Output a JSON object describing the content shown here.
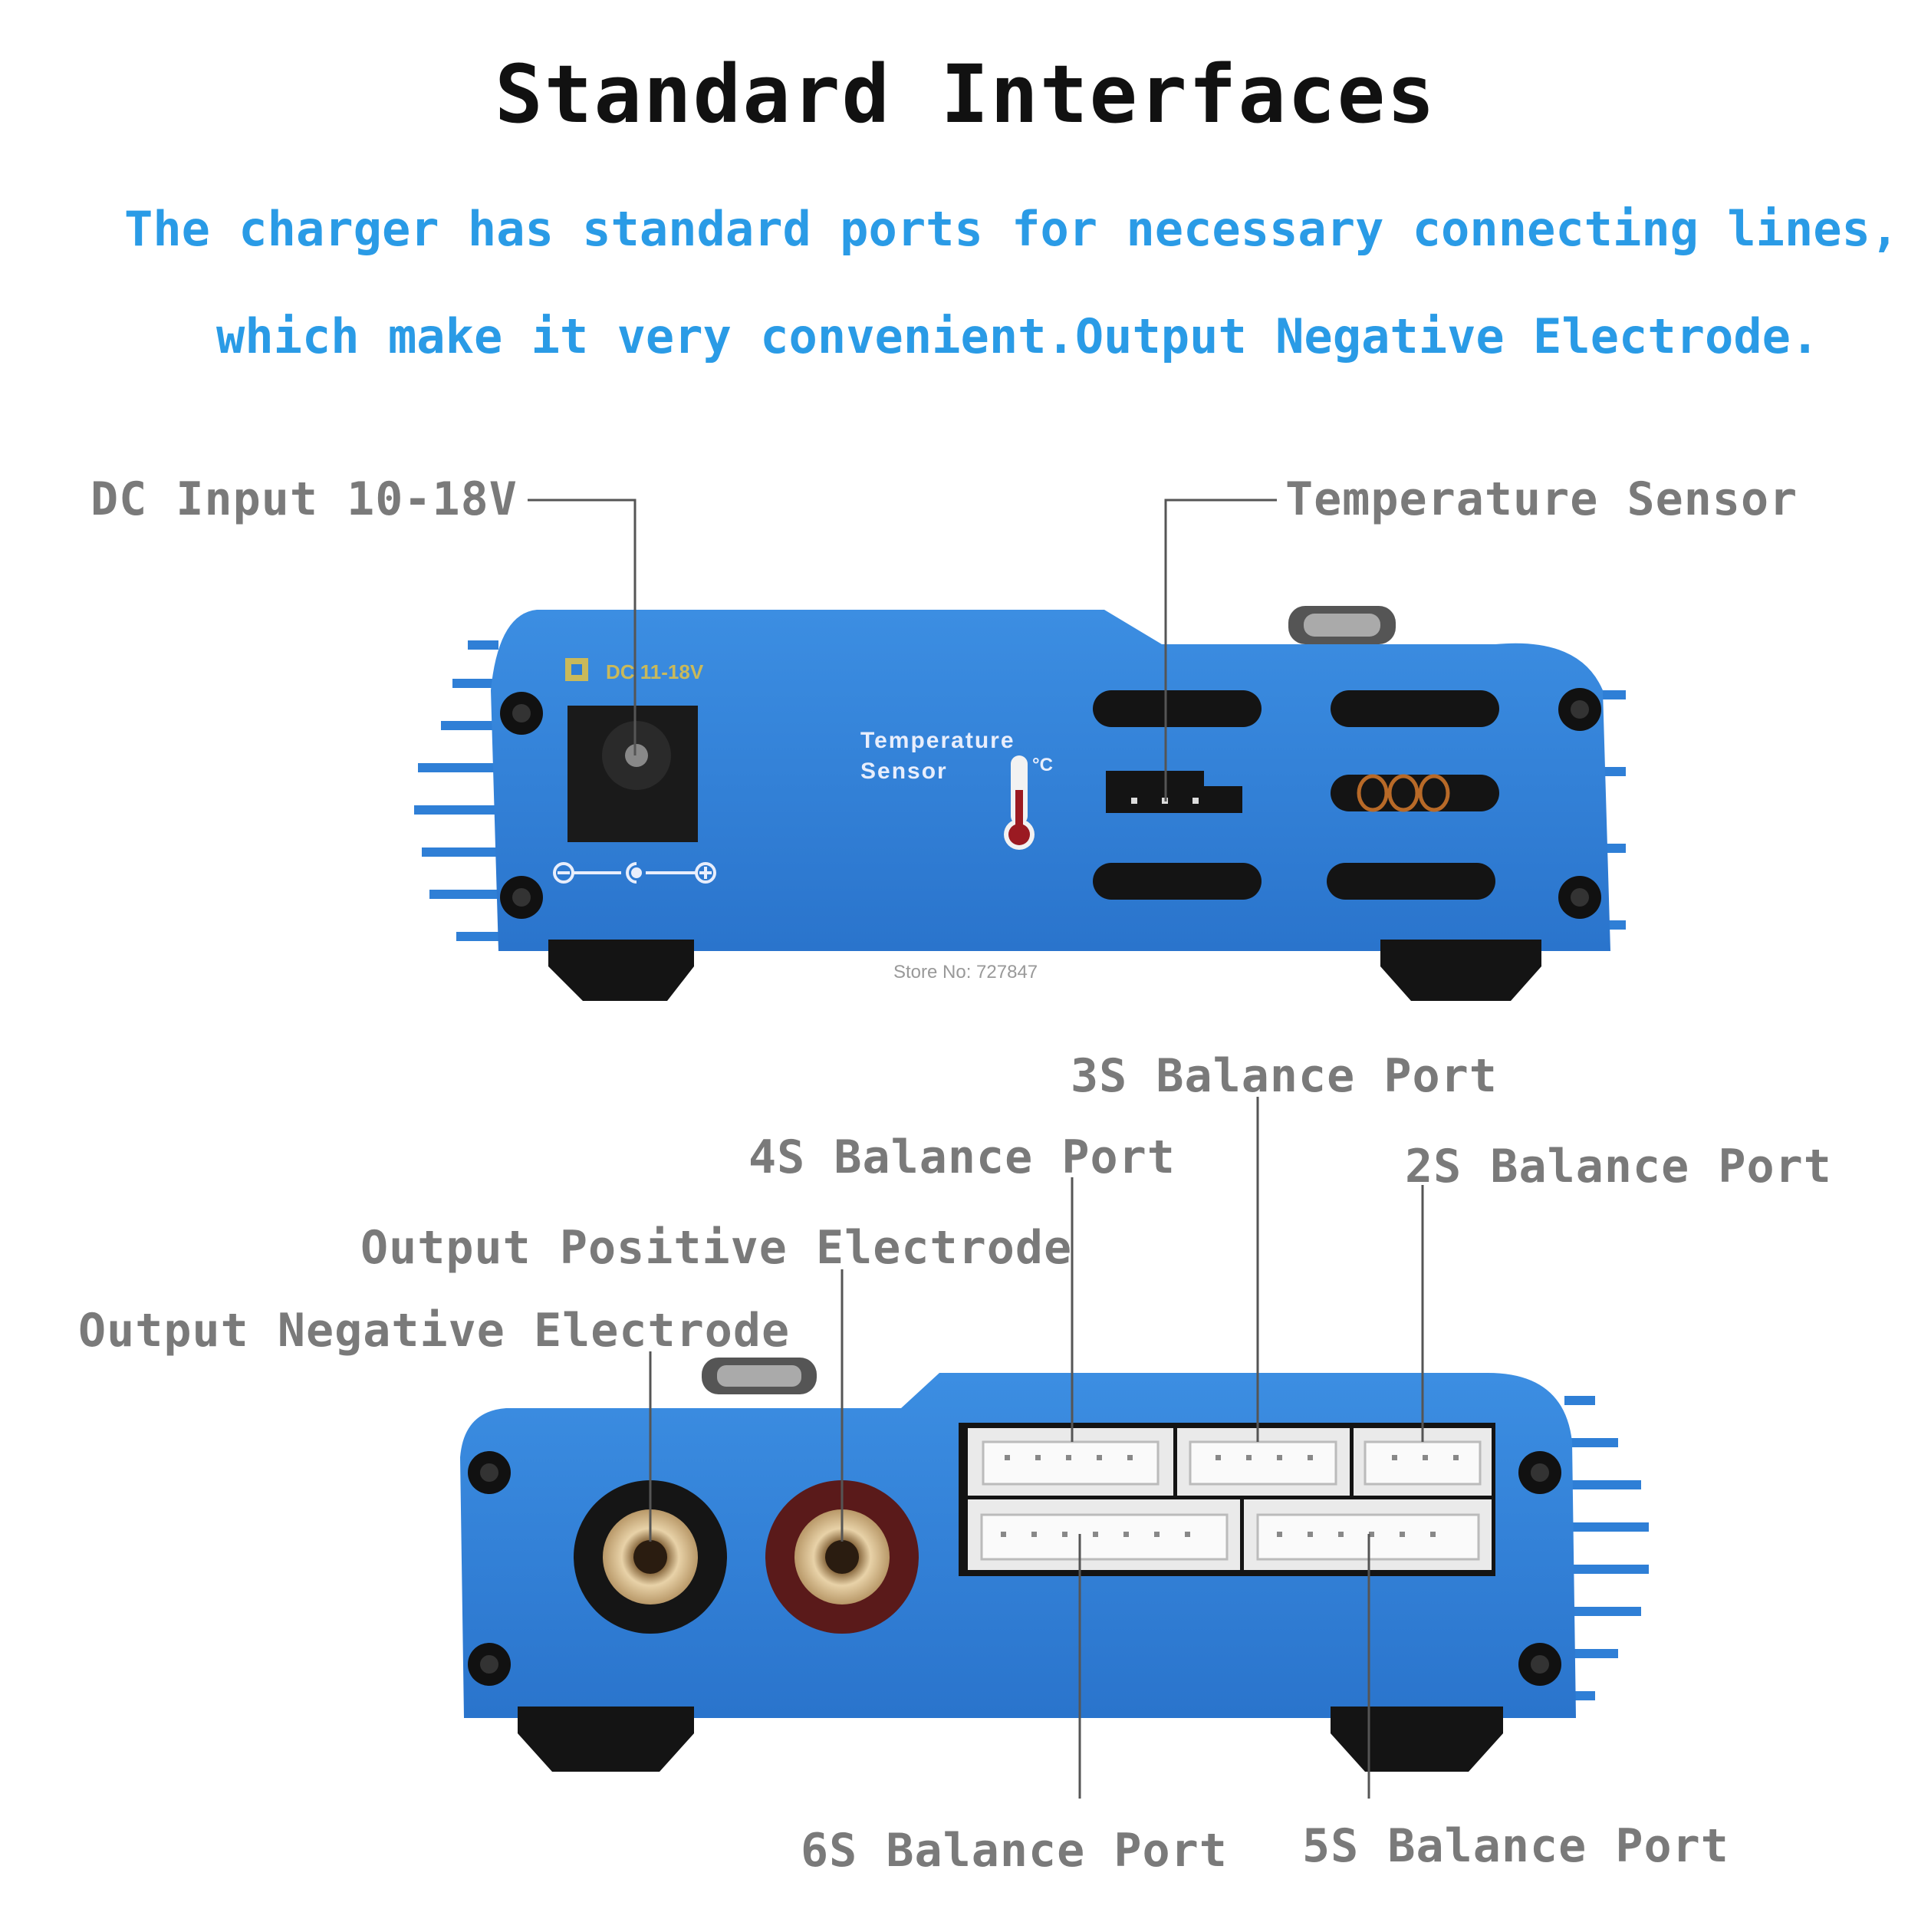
{
  "heading": {
    "title": "Standard Interfaces",
    "line1": "The charger has standard ports for necessary connecting lines,",
    "line2": "which make it very convenient.Output Negative Electrode."
  },
  "top_panel": {
    "dc_input_label": "DC Input 10-18V",
    "temp_sensor_label": "Temperature Sensor",
    "printed_dc": "DC 11-18V",
    "printed_temp_line1": "Temperature",
    "printed_temp_line2": "Sensor",
    "printed_celsius": "°C",
    "store_no": "Store No: 727847"
  },
  "bottom_panel": {
    "label_3s": "3S Balance Port",
    "label_4s": "4S Balance Port",
    "label_2s": "2S Balance Port",
    "label_pos": "Output Positive Electrode",
    "label_neg": "Output Negative Electrode",
    "label_6s": "6S Balance Port",
    "label_5s": "5S Balance Port"
  },
  "colors": {
    "title": "#111111",
    "subtitle": "#2a9be6",
    "label": "#7a7a7a",
    "chassis": "#2f7fd6",
    "chassis_dark": "#1f5fb0"
  }
}
